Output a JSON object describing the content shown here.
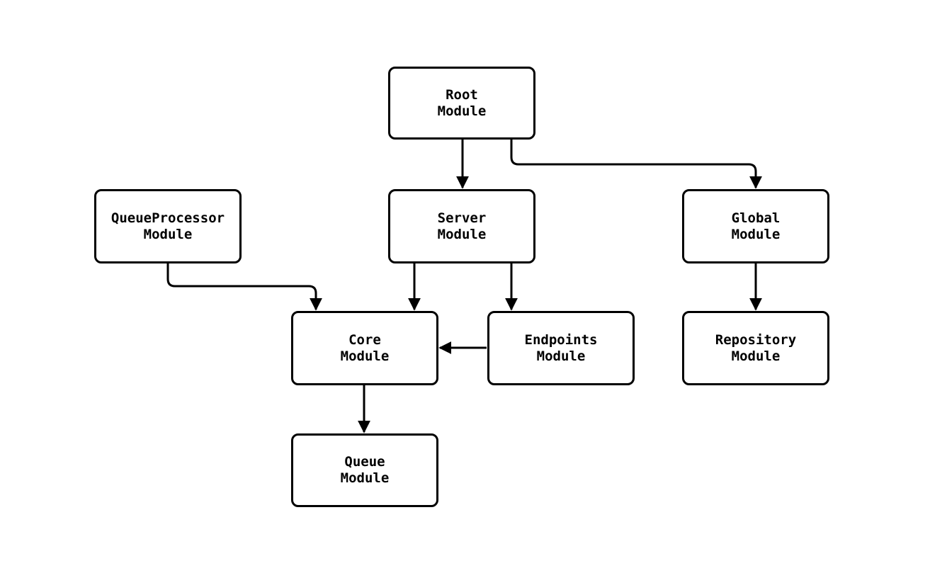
{
  "diagram": {
    "type": "module-dependency-flowchart",
    "background_color": "#ffffff",
    "line_color": "#000000",
    "box_fill_color": "#ffffff",
    "text_color": "#000000",
    "nodes": [
      {
        "id": "root",
        "label": "Root\nModule"
      },
      {
        "id": "queueprocessor",
        "label": "QueueProcessor\nModule"
      },
      {
        "id": "server",
        "label": "Server\nModule"
      },
      {
        "id": "global",
        "label": "Global\nModule"
      },
      {
        "id": "core",
        "label": "Core\nModule"
      },
      {
        "id": "endpoints",
        "label": "Endpoints\nModule"
      },
      {
        "id": "repository",
        "label": "Repository\nModule"
      },
      {
        "id": "queue",
        "label": "Queue\nModule"
      }
    ],
    "edges": [
      {
        "from": "root",
        "to": "server"
      },
      {
        "from": "root",
        "to": "global"
      },
      {
        "from": "queueprocessor",
        "to": "core"
      },
      {
        "from": "server",
        "to": "core"
      },
      {
        "from": "server",
        "to": "endpoints"
      },
      {
        "from": "endpoints",
        "to": "core"
      },
      {
        "from": "global",
        "to": "repository"
      },
      {
        "from": "core",
        "to": "queue"
      }
    ]
  }
}
